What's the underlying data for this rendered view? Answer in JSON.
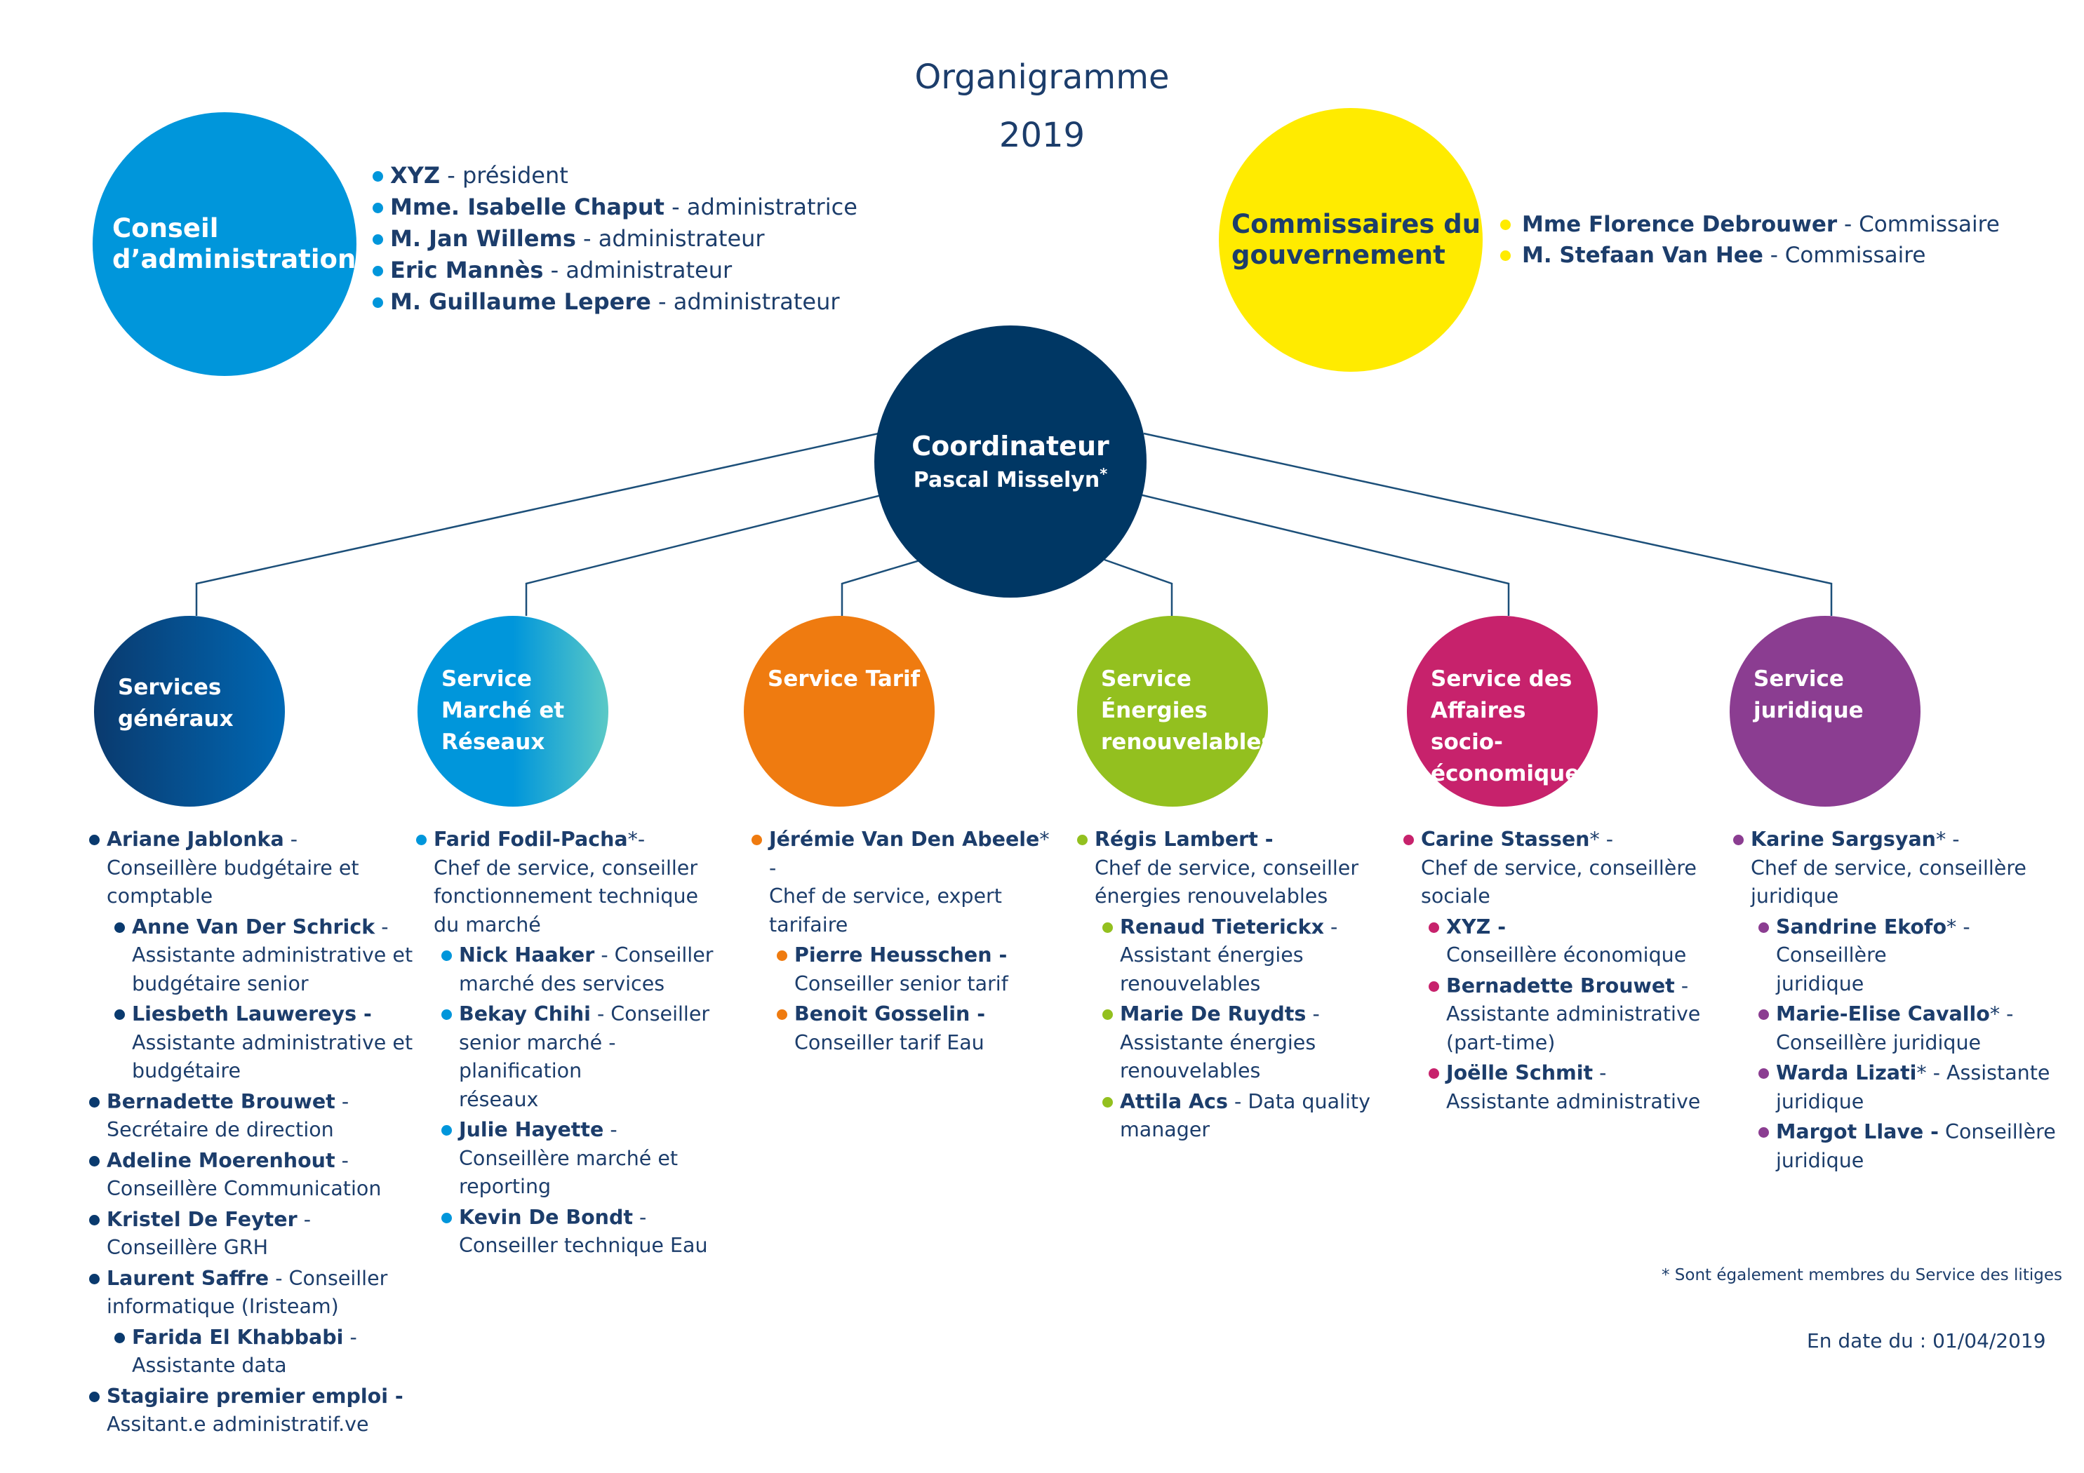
{
  "header": {
    "title": "Organigramme",
    "year": "2019"
  },
  "colors": {
    "navy": "#003764",
    "text": "#1c3d6b",
    "board": "#0096db",
    "government": "#ffeb00",
    "services_generaux": "#0a3a6e",
    "marche_reseaux": "#0096db",
    "tarif": "#ef7b10",
    "energies": "#93c01f",
    "socio_economique": "#c7226c",
    "juridique": "#8b3d91"
  },
  "board": {
    "title_line1": "Conseil",
    "title_line2": "d’administration",
    "members": [
      {
        "name": "XYZ",
        "role": " - président"
      },
      {
        "name": "Mme. Isabelle Chaput",
        "role": " - administratrice"
      },
      {
        "name": "M. Jan Willems",
        "role": " - administrateur"
      },
      {
        "name": "Eric Mannès",
        "role": " - administrateur"
      },
      {
        "name": "M. Guillaume Lepere",
        "role": " - administrateur"
      }
    ]
  },
  "government": {
    "title_line1": "Commissaires du",
    "title_line2": "gouvernement",
    "members": [
      {
        "name": "Mme Florence Debrouwer",
        "role": " - Commissaire"
      },
      {
        "name": "M. Stefaan Van Hee",
        "role": " - Commissaire"
      }
    ]
  },
  "coordinator": {
    "title": "Coordinateur",
    "name": "Pascal Misselyn",
    "mark": "*"
  },
  "services": [
    {
      "label_lines": [
        "Services",
        "généraux"
      ],
      "members": [
        {
          "name": "Ariane Jablonka",
          "after": " -",
          "lines": [
            "Conseillère budgétaire et",
            "comptable"
          ]
        },
        {
          "name": "Anne Van Der Schrick",
          "after": " -",
          "lines": [
            "Assistante administrative et",
            "budgétaire senior"
          ],
          "sub": true
        },
        {
          "name": "Liesbeth Lauwereys -",
          "after": "",
          "lines": [
            "Assistante administrative et",
            "budgétaire"
          ],
          "sub": true
        },
        {
          "name": "Bernadette Brouwet",
          "after": " -",
          "lines": [
            "Secrétaire de direction"
          ]
        },
        {
          "name": "Adeline Moerenhout",
          "after": " -",
          "lines": [
            "Conseillère Communication"
          ]
        },
        {
          "name": "Kristel De Feyter",
          "after": " -",
          "lines": [
            "Conseillère GRH"
          ]
        },
        {
          "name": "Laurent Saffre",
          "after": " - Conseiller",
          "lines": [
            "informatique (Iristeam)"
          ]
        },
        {
          "name": "Farida El Khabbabi",
          "after": " -",
          "lines": [
            "Assistante data"
          ],
          "sub": true
        },
        {
          "name": "Stagiaire  premier emploi -",
          "after": "",
          "lines": [
            "Assitant.e administratif.ve"
          ]
        }
      ]
    },
    {
      "label_lines": [
        "Service",
        "Marché et",
        "Réseaux"
      ],
      "members": [
        {
          "name": "Farid Fodil-Pacha",
          "after": "*-",
          "lines": [
            "Chef de service, conseiller",
            "fonctionnement technique",
            "du marché"
          ]
        },
        {
          "name": "Nick Haaker",
          "after": " - Conseiller",
          "lines": [
            "marché des services"
          ],
          "sub": true
        },
        {
          "name": "Bekay Chihi",
          "after": " - Conseiller",
          "lines": [
            "senior marché - planification",
            "réseaux"
          ],
          "sub": true
        },
        {
          "name": "Julie Hayette",
          "after": " -",
          "lines": [
            "Conseillère marché et",
            "reporting"
          ],
          "sub": true
        },
        {
          "name": "Kevin De Bondt",
          "after": " -",
          "lines": [
            "Conseiller technique Eau"
          ],
          "sub": true
        }
      ]
    },
    {
      "label_lines": [
        "Service Tarif"
      ],
      "members": [
        {
          "name": "Jérémie Van Den Abeele",
          "after": "* -",
          "lines": [
            "Chef de service, expert",
            "tarifaire"
          ]
        },
        {
          "name": "Pierre Heusschen -",
          "after": "",
          "lines": [
            "Conseiller senior tarif"
          ],
          "sub": true
        },
        {
          "name": "Benoit Gosselin -",
          "after": "",
          "lines": [
            "Conseiller tarif Eau"
          ],
          "sub": true
        }
      ]
    },
    {
      "label_lines": [
        "Service",
        "Énergies",
        "renouvelables"
      ],
      "members": [
        {
          "name": "Régis Lambert -",
          "after": "",
          "lines": [
            "Chef de service, conseiller",
            "énergies renouvelables"
          ]
        },
        {
          "name": "Renaud Tieterickx",
          "after": " -",
          "lines": [
            "Assistant énergies",
            "renouvelables"
          ],
          "sub": true
        },
        {
          "name": "Marie De Ruydts",
          "after": " -",
          "lines": [
            "Assistante énergies",
            "renouvelables"
          ],
          "sub": true
        },
        {
          "name": "Attila Acs",
          "after": " - Data quality",
          "lines": [
            "manager"
          ],
          "sub": true
        }
      ]
    },
    {
      "label_lines": [
        "Service des",
        "Affaires socio-",
        "économique"
      ],
      "members": [
        {
          "name": "Carine Stassen",
          "after": "* -",
          "lines": [
            "Chef de service, conseillère",
            "sociale"
          ]
        },
        {
          "name": "XYZ -",
          "after": "",
          "lines": [
            "Conseillère économique"
          ],
          "sub": true
        },
        {
          "name": "Bernadette Brouwet",
          "after": " -",
          "lines": [
            "Assistante administrative",
            "(part-time)"
          ],
          "sub": true
        },
        {
          "name": "Joëlle Schmit",
          "after": " -",
          "lines": [
            "Assistante administrative"
          ],
          "sub": true
        }
      ]
    },
    {
      "label_lines": [
        "Service",
        "juridique"
      ],
      "members": [
        {
          "name": "Karine Sargsyan",
          "after": "* -",
          "lines": [
            "Chef de service, conseillère",
            "juridique"
          ]
        },
        {
          "name": "Sandrine Ekofo",
          "after": "* - Conseillère",
          "lines": [
            "juridique"
          ],
          "sub": true
        },
        {
          "name": "Marie-Elise Cavallo",
          "after": "* -",
          "lines": [
            "Conseillère juridique"
          ],
          "sub": true
        },
        {
          "name": "Warda Lizati",
          "after": "* - Assistante",
          "lines": [
            "juridique"
          ],
          "sub": true
        },
        {
          "name": "Margot Llave -",
          "after": " Conseillère",
          "lines": [
            "juridique"
          ],
          "sub": true
        }
      ]
    }
  ],
  "footnote": "* Sont également membres du Service des litiges",
  "date_note": "En date du : 01/04/2019"
}
